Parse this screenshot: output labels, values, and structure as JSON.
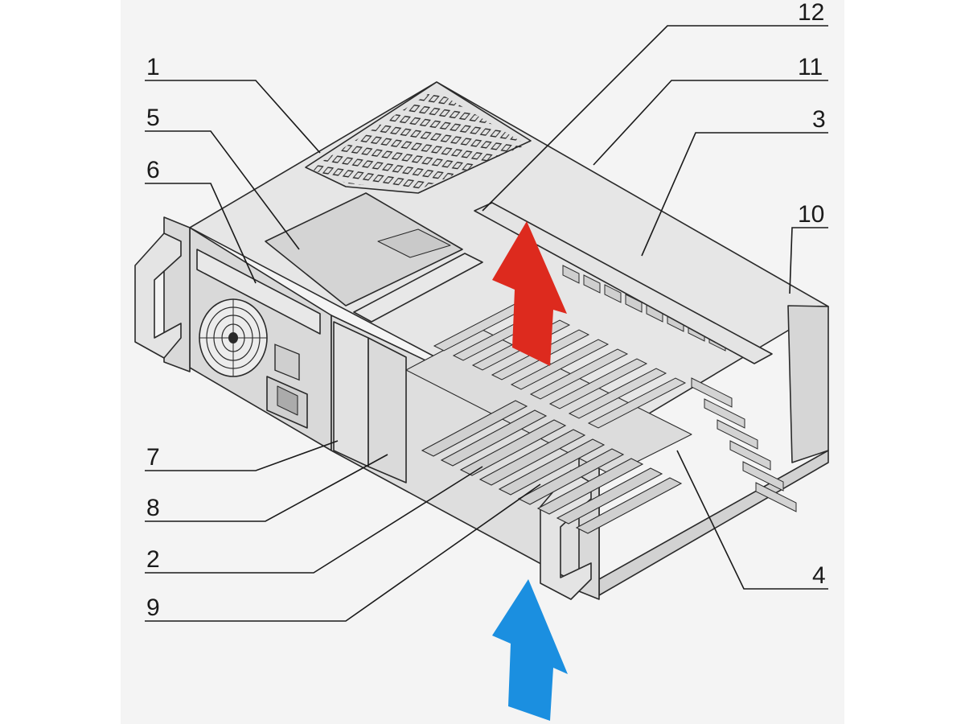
{
  "labels": {
    "l1": "1",
    "l2": "2",
    "l3": "3",
    "l4": "4",
    "l5": "5",
    "l6": "6",
    "l7": "7",
    "l8": "8",
    "l9": "9",
    "l10": "10",
    "l11": "11",
    "l12": "12"
  },
  "colors": {
    "background": "#ffffff",
    "canvas": "#f4f4f4",
    "case_body": "#e4e4e4",
    "case_dark": "#cfcfcf",
    "exhaust_arrow": "#dd2a1e",
    "intake_arrow": "#1b8fe0",
    "lines": "#1a1a1a"
  },
  "airflow": {
    "exhaust_icon": "arrow-up-icon",
    "intake_icon": "arrow-up-icon"
  }
}
